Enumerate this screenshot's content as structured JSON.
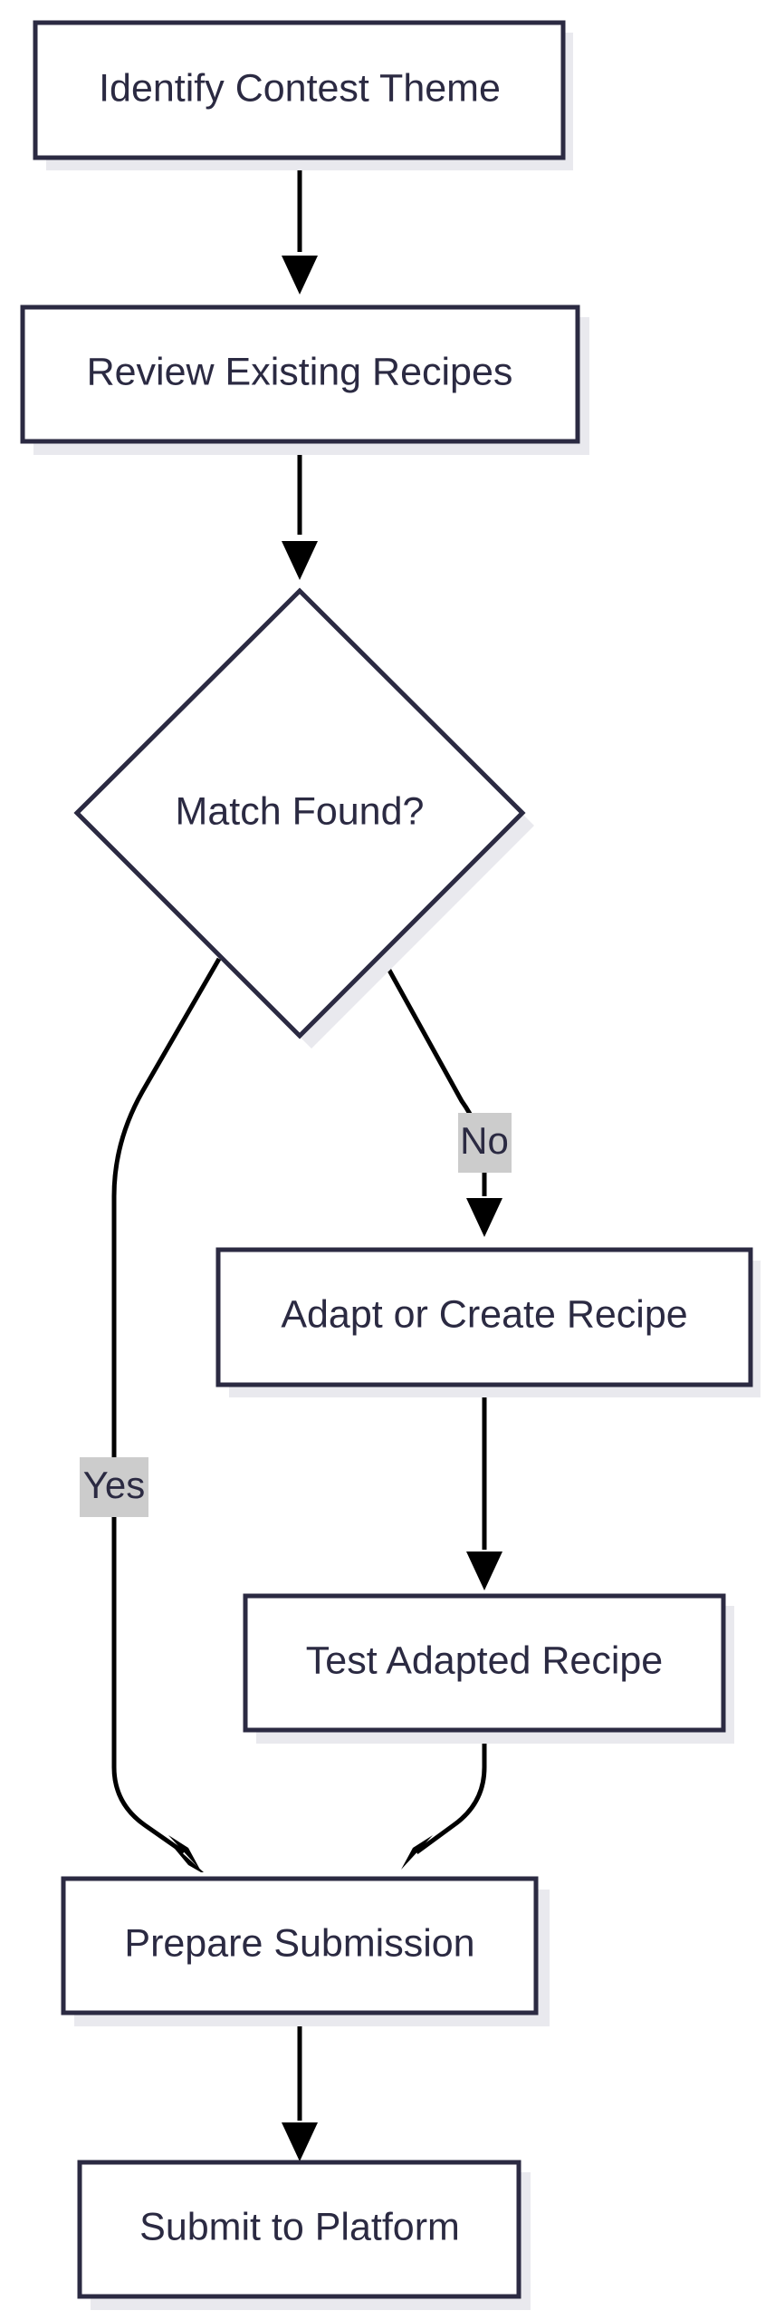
{
  "diagram": {
    "nodes": {
      "identify": "Identify Contest Theme",
      "review": "Review Existing Recipes",
      "decision": "Match Found?",
      "adapt": "Adapt or Create Recipe",
      "test": "Test Adapted Recipe",
      "prepare": "Prepare Submission",
      "submit": "Submit to Platform"
    },
    "edge_labels": {
      "yes": "Yes",
      "no": "No"
    },
    "colors": {
      "node_stroke": "#2b2a42",
      "node_fill": "#ffffff",
      "shadow": "#e9e9ee",
      "edge": "#000000",
      "edge_label_bg": "#cccccc",
      "text": "#2b2a42"
    }
  }
}
